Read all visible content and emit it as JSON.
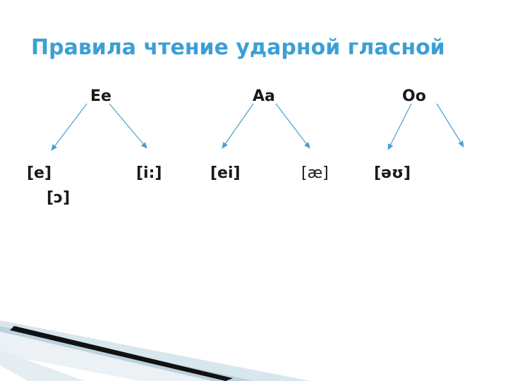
{
  "title": "Правила чтение ударной гласной",
  "letters": [
    "Ee",
    "Aa",
    "Oo"
  ],
  "phonemes": {
    "e_short": "[e]",
    "e_long": "[i:]",
    "a_diphthong": "[ei]",
    "a_short": "[æ]",
    "o_diphthong": "[əʊ]",
    "o_short": "[ɔ]"
  },
  "colors": {
    "title": "#3b9fd6",
    "arrow": "#4a9fd0",
    "text": "#1a1a1a"
  }
}
